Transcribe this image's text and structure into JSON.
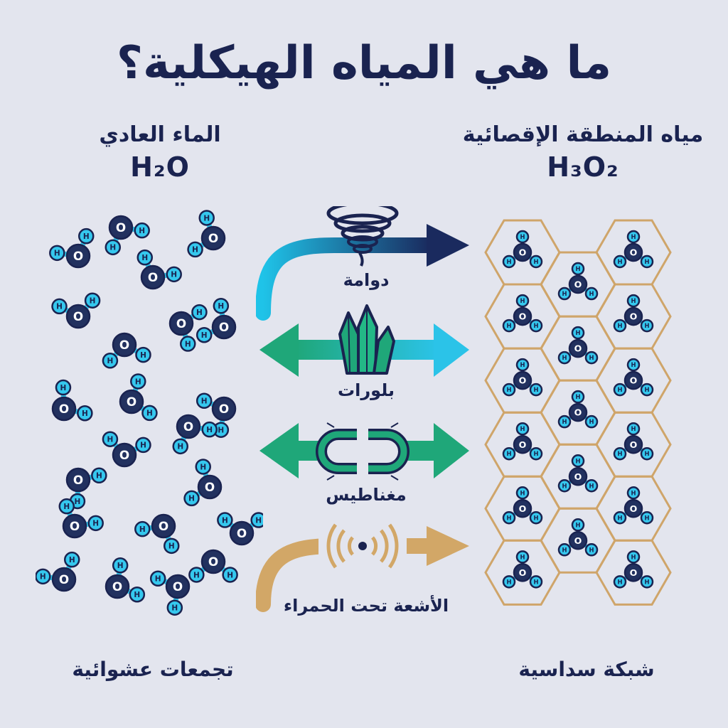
{
  "title": "ما هي المياه الهيكلية؟",
  "left_column": {
    "name": "الماء العادي",
    "formula": "H₂O",
    "caption": "تجمعات عشوائية"
  },
  "right_column": {
    "name": "مياه المنطقة الإقصائية",
    "formula": "H₃O₂",
    "caption": "شبكة سداسية"
  },
  "methods": [
    {
      "label": "دوامة",
      "icon": "vortex-icon",
      "arrow_color": "#1fb3d8"
    },
    {
      "label": "بلورات",
      "icon": "crystal-icon",
      "arrow_color": "#1fa779"
    },
    {
      "label": "مغناطيس",
      "icon": "magnet-icon",
      "arrow_color": "#1fa779"
    },
    {
      "label": "الأشعة تحت الحمراء",
      "icon": "infrared-icon",
      "arrow_color": "#d2a767"
    }
  ],
  "atoms": {
    "oxygen": "O",
    "hydrogen": "H"
  },
  "colors": {
    "background": "#e3e5ee",
    "text": "#1a2350",
    "oxygen": "#22315f",
    "hydrogen": "#35c8ee",
    "hex_grid": "#cfa56a"
  }
}
